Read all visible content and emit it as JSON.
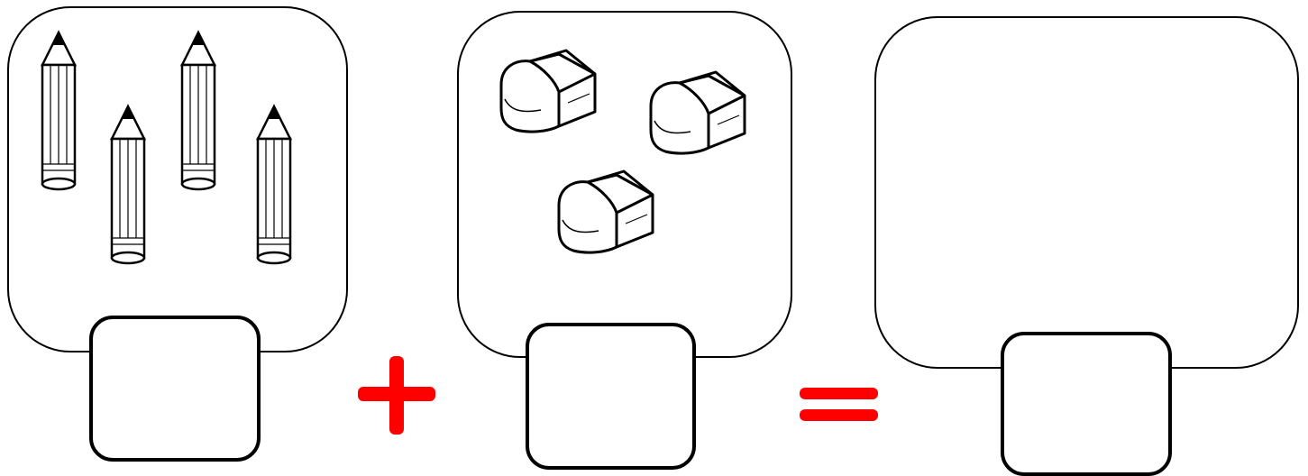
{
  "worksheet": {
    "groups": [
      {
        "item": "pencil",
        "count": 4,
        "answer": ""
      },
      {
        "item": "eraser",
        "count": 3,
        "answer": ""
      },
      {
        "item": "result",
        "count": null,
        "answer": ""
      }
    ],
    "operators": [
      "plus-sign",
      "equals-sign"
    ],
    "colors": {
      "operator": "#ff0000",
      "outline": "#000000"
    }
  }
}
